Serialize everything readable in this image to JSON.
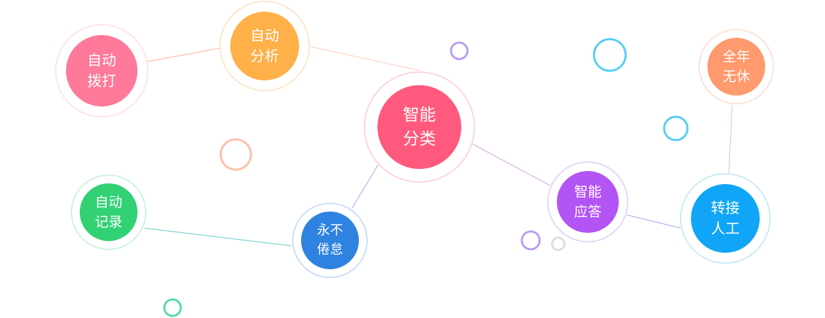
{
  "nodes": [
    {
      "id": "auto-dial",
      "line1": "自动",
      "line2": "拨打",
      "color": "#ff7a9a",
      "ring": "#fde3ea"
    },
    {
      "id": "auto-analysis",
      "line1": "自动",
      "line2": "分析",
      "color": "#ffb048",
      "ring": "#fde6cc"
    },
    {
      "id": "smart-classify",
      "line1": "智能",
      "line2": "分类",
      "color": "#ff5a7d",
      "ring": "#fcd4df"
    },
    {
      "id": "all-year",
      "line1": "全年",
      "line2": "无休",
      "color": "#ff996e",
      "ring": "#fde1d6"
    },
    {
      "id": "auto-record",
      "line1": "自动",
      "line2": "记录",
      "color": "#32d174",
      "ring": "#cdf2dd"
    },
    {
      "id": "tireless",
      "line1": "永不",
      "line2": "倦怠",
      "color": "#2e82e0",
      "ring": "#c9def5"
    },
    {
      "id": "smart-answer",
      "line1": "智能",
      "line2": "应答",
      "color": "#b354f5",
      "ring": "#e3d6f8"
    },
    {
      "id": "transfer-human",
      "line1": "转接",
      "line2": "人工",
      "color": "#10a5f7",
      "ring": "#c9eaf8"
    }
  ]
}
